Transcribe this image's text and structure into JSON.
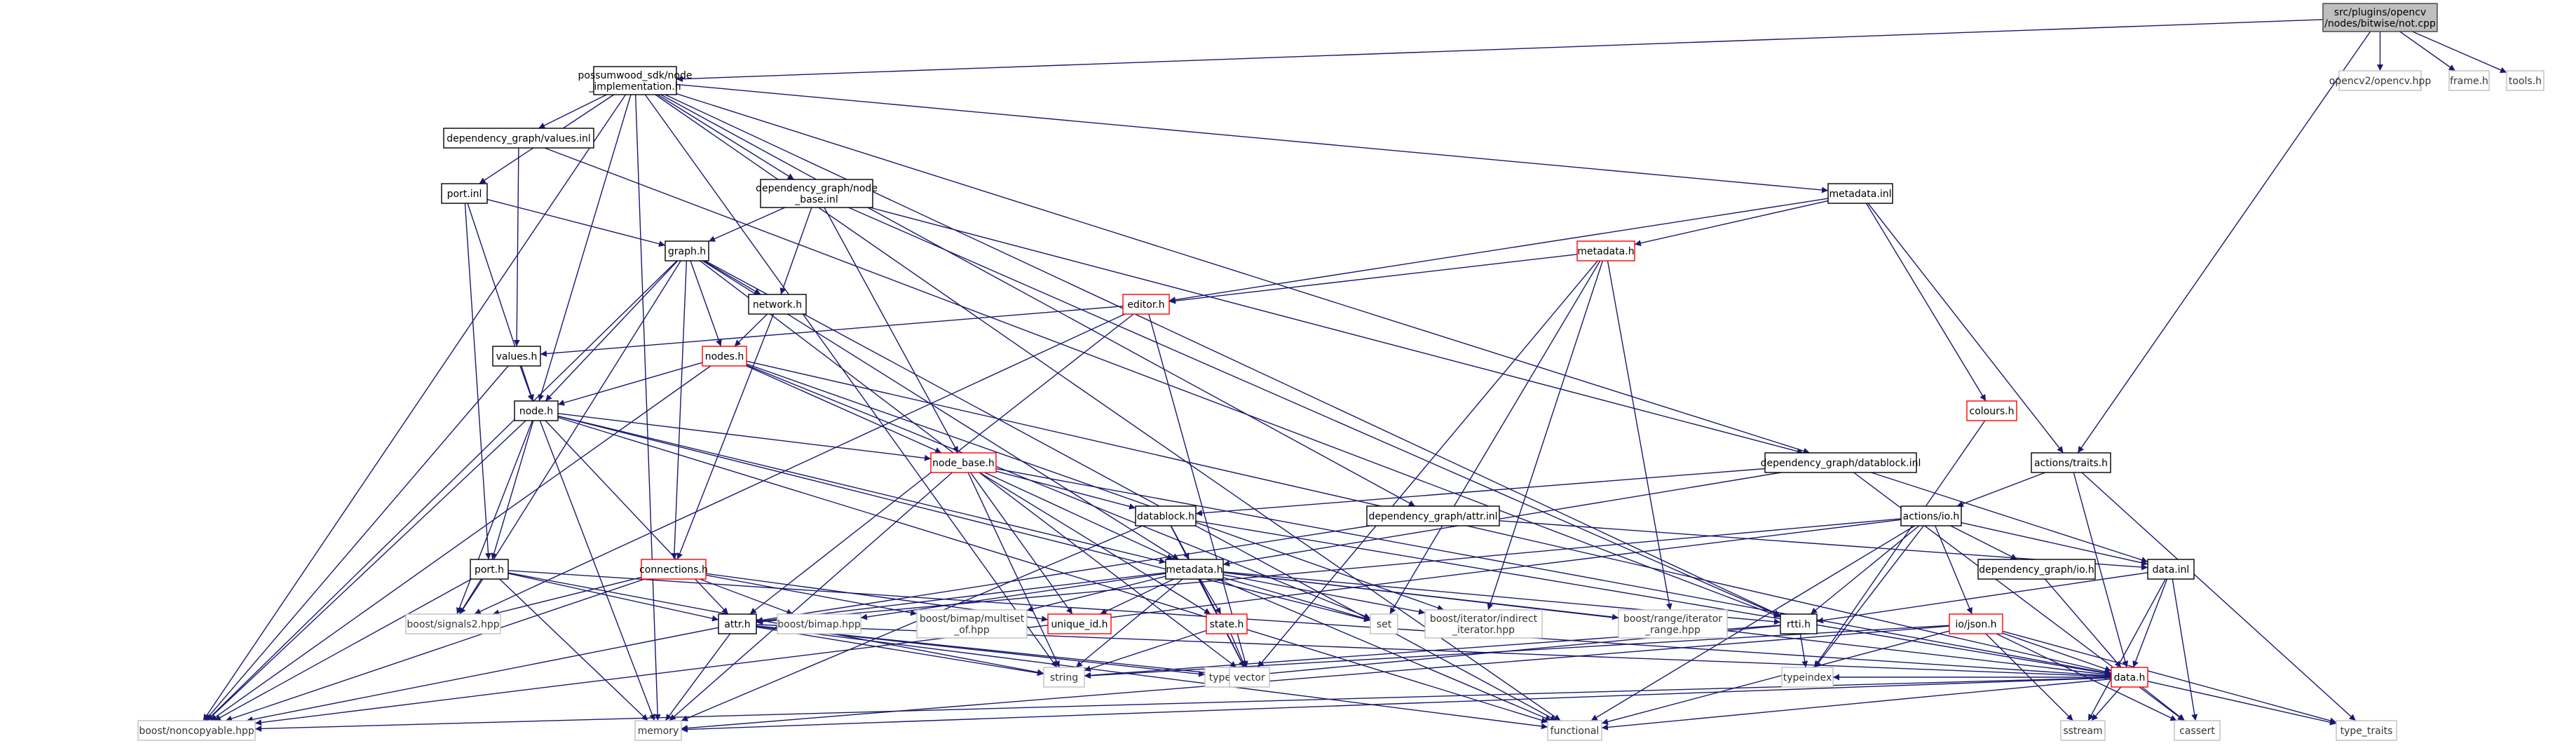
{
  "style": {
    "edge_color": "#191970",
    "root_fill": "#bfbfbf",
    "root_border": "#404040",
    "normal_border": "#000000",
    "normal_text": "#000000",
    "missing_border": "#bfbfbf",
    "missing_text": "#333333",
    "truncated_border": "#ff0000",
    "truncated_text": "#000000"
  },
  "nodes": [
    {
      "id": "bitwise_not",
      "lines": [
        "src/plugins/opencv",
        "/nodes/bitwise/not.cpp"
      ],
      "kind": "root"
    },
    {
      "id": "node_impl",
      "lines": [
        "possumwood_sdk/node",
        "_implementation.h"
      ],
      "kind": "normal"
    },
    {
      "id": "opencv_hpp",
      "lines": [
        "opencv2/opencv.hpp"
      ],
      "kind": "missing"
    },
    {
      "id": "frame_h",
      "lines": [
        "frame.h"
      ],
      "kind": "missing"
    },
    {
      "id": "tools_h",
      "lines": [
        "tools.h"
      ],
      "kind": "missing"
    },
    {
      "id": "values_inl",
      "lines": [
        "dependency_graph/values.inl"
      ],
      "kind": "normal"
    },
    {
      "id": "port_inl",
      "lines": [
        "port.inl"
      ],
      "kind": "normal"
    },
    {
      "id": "node_base_inl",
      "lines": [
        "dependency_graph/node",
        "_base.inl"
      ],
      "kind": "normal"
    },
    {
      "id": "metadata_inl",
      "lines": [
        "metadata.inl"
      ],
      "kind": "normal"
    },
    {
      "id": "graph_h",
      "lines": [
        "graph.h"
      ],
      "kind": "normal"
    },
    {
      "id": "metadata_h_red",
      "lines": [
        "metadata.h"
      ],
      "kind": "truncated"
    },
    {
      "id": "network_h",
      "lines": [
        "network.h"
      ],
      "kind": "normal"
    },
    {
      "id": "editor_h",
      "lines": [
        "editor.h"
      ],
      "kind": "truncated"
    },
    {
      "id": "values_h",
      "lines": [
        "values.h"
      ],
      "kind": "normal"
    },
    {
      "id": "nodes_h",
      "lines": [
        "nodes.h"
      ],
      "kind": "truncated"
    },
    {
      "id": "colours_h",
      "lines": [
        "colours.h"
      ],
      "kind": "truncated"
    },
    {
      "id": "node_h",
      "lines": [
        "node.h"
      ],
      "kind": "normal"
    },
    {
      "id": "node_base_h",
      "lines": [
        "node_base.h"
      ],
      "kind": "truncated"
    },
    {
      "id": "datablock_inl",
      "lines": [
        "dependency_graph/datablock.inl"
      ],
      "kind": "normal"
    },
    {
      "id": "actions_traits",
      "lines": [
        "actions/traits.h"
      ],
      "kind": "normal"
    },
    {
      "id": "datablock_h",
      "lines": [
        "datablock.h"
      ],
      "kind": "normal"
    },
    {
      "id": "attr_inl",
      "lines": [
        "dependency_graph/attr.inl"
      ],
      "kind": "normal"
    },
    {
      "id": "actions_io",
      "lines": [
        "actions/io.h"
      ],
      "kind": "normal"
    },
    {
      "id": "port_h",
      "lines": [
        "port.h"
      ],
      "kind": "normal"
    },
    {
      "id": "connections_h",
      "lines": [
        "connections.h"
      ],
      "kind": "truncated"
    },
    {
      "id": "metadata_h",
      "lines": [
        "metadata.h"
      ],
      "kind": "normal"
    },
    {
      "id": "dg_io_h",
      "lines": [
        "dependency_graph/io.h"
      ],
      "kind": "normal"
    },
    {
      "id": "data_inl",
      "lines": [
        "data.inl"
      ],
      "kind": "normal"
    },
    {
      "id": "signals2",
      "lines": [
        "boost/signals2.hpp"
      ],
      "kind": "missing"
    },
    {
      "id": "attr_h",
      "lines": [
        "attr.h"
      ],
      "kind": "normal"
    },
    {
      "id": "bimap",
      "lines": [
        "boost/bimap.hpp"
      ],
      "kind": "missing"
    },
    {
      "id": "bimap_multiset",
      "lines": [
        "boost/bimap/multiset",
        "_of.hpp"
      ],
      "kind": "missing"
    },
    {
      "id": "unique_id",
      "lines": [
        "unique_id.h"
      ],
      "kind": "truncated"
    },
    {
      "id": "state_h",
      "lines": [
        "state.h"
      ],
      "kind": "truncated"
    },
    {
      "id": "set",
      "lines": [
        "set"
      ],
      "kind": "missing"
    },
    {
      "id": "indirect_iter",
      "lines": [
        "boost/iterator/indirect",
        "_iterator.hpp"
      ],
      "kind": "missing"
    },
    {
      "id": "range_iter",
      "lines": [
        "boost/range/iterator",
        "_range.hpp"
      ],
      "kind": "missing"
    },
    {
      "id": "rtti_h",
      "lines": [
        "rtti.h"
      ],
      "kind": "normal"
    },
    {
      "id": "io_json",
      "lines": [
        "io/json.h"
      ],
      "kind": "truncated"
    },
    {
      "id": "typeinfo",
      "lines": [
        "typeinfo"
      ],
      "kind": "missing"
    },
    {
      "id": "string",
      "lines": [
        "string"
      ],
      "kind": "missing"
    },
    {
      "id": "vector",
      "lines": [
        "vector"
      ],
      "kind": "missing"
    },
    {
      "id": "typeindex",
      "lines": [
        "typeindex"
      ],
      "kind": "missing"
    },
    {
      "id": "data_h",
      "lines": [
        "data.h"
      ],
      "kind": "truncated"
    },
    {
      "id": "noncopyable",
      "lines": [
        "boost/noncopyable.hpp"
      ],
      "kind": "missing"
    },
    {
      "id": "memory",
      "lines": [
        "memory"
      ],
      "kind": "missing"
    },
    {
      "id": "functional",
      "lines": [
        "functional"
      ],
      "kind": "missing"
    },
    {
      "id": "sstream",
      "lines": [
        "sstream"
      ],
      "kind": "missing"
    },
    {
      "id": "cassert",
      "lines": [
        "cassert"
      ],
      "kind": "missing"
    },
    {
      "id": "type_traits",
      "lines": [
        "type_traits"
      ],
      "kind": "missing"
    }
  ],
  "edges": [
    [
      "bitwise_not",
      "node_impl"
    ],
    [
      "bitwise_not",
      "opencv_hpp"
    ],
    [
      "bitwise_not",
      "frame_h"
    ],
    [
      "bitwise_not",
      "tools_h"
    ],
    [
      "bitwise_not",
      "actions_traits"
    ],
    [
      "node_impl",
      "values_inl"
    ],
    [
      "node_impl",
      "port_inl"
    ],
    [
      "node_impl",
      "node_base_inl"
    ],
    [
      "node_impl",
      "metadata_inl"
    ],
    [
      "node_impl",
      "node_h"
    ],
    [
      "node_impl",
      "datablock_inl"
    ],
    [
      "node_impl",
      "attr_inl"
    ],
    [
      "node_impl",
      "rtti_h"
    ],
    [
      "node_impl",
      "noncopyable"
    ],
    [
      "node_impl",
      "memory"
    ],
    [
      "node_impl",
      "string"
    ],
    [
      "node_impl",
      "functional"
    ],
    [
      "values_inl",
      "values_h"
    ],
    [
      "values_inl",
      "rtti_h"
    ],
    [
      "port_inl",
      "graph_h"
    ],
    [
      "port_inl",
      "node_h"
    ],
    [
      "port_inl",
      "port_h"
    ],
    [
      "node_base_inl",
      "graph_h"
    ],
    [
      "node_base_inl",
      "network_h"
    ],
    [
      "node_base_inl",
      "node_base_h"
    ],
    [
      "node_base_inl",
      "rtti_h"
    ],
    [
      "node_base_inl",
      "datablock_inl"
    ],
    [
      "metadata_inl",
      "metadata_h_red"
    ],
    [
      "metadata_inl",
      "editor_h"
    ],
    [
      "metadata_inl",
      "colours_h"
    ],
    [
      "metadata_inl",
      "actions_traits"
    ],
    [
      "graph_h",
      "network_h"
    ],
    [
      "graph_h",
      "nodes_h"
    ],
    [
      "graph_h",
      "node_h"
    ],
    [
      "graph_h",
      "connections_h"
    ],
    [
      "graph_h",
      "signals2"
    ],
    [
      "graph_h",
      "metadata_h"
    ],
    [
      "graph_h",
      "noncopyable"
    ],
    [
      "graph_h",
      "vector"
    ],
    [
      "graph_h",
      "functional"
    ],
    [
      "metadata_h_red",
      "editor_h"
    ],
    [
      "metadata_h_red",
      "set"
    ],
    [
      "metadata_h_red",
      "indirect_iter"
    ],
    [
      "metadata_h_red",
      "range_iter"
    ],
    [
      "metadata_h_red",
      "vector"
    ],
    [
      "network_h",
      "nodes_h"
    ],
    [
      "network_h",
      "connections_h"
    ],
    [
      "editor_h",
      "values_h"
    ],
    [
      "editor_h",
      "attr_h"
    ],
    [
      "editor_h",
      "signals2"
    ],
    [
      "editor_h",
      "vector"
    ],
    [
      "values_h",
      "node_h"
    ],
    [
      "values_h",
      "noncopyable"
    ],
    [
      "nodes_h",
      "node_h"
    ],
    [
      "nodes_h",
      "node_base_h"
    ],
    [
      "nodes_h",
      "set"
    ],
    [
      "nodes_h",
      "indirect_iter"
    ],
    [
      "nodes_h",
      "noncopyable"
    ],
    [
      "nodes_h",
      "data_h"
    ],
    [
      "colours_h",
      "typeindex"
    ],
    [
      "node_h",
      "port_h"
    ],
    [
      "node_h",
      "node_base_h"
    ],
    [
      "node_h",
      "metadata_h"
    ],
    [
      "node_h",
      "attr_h"
    ],
    [
      "node_h",
      "set"
    ],
    [
      "node_h",
      "signals2"
    ],
    [
      "node_h",
      "memory"
    ],
    [
      "node_h",
      "functional"
    ],
    [
      "node_h",
      "noncopyable"
    ],
    [
      "node_base_h",
      "datablock_h"
    ],
    [
      "node_base_h",
      "metadata_h"
    ],
    [
      "node_base_h",
      "unique_id"
    ],
    [
      "node_base_h",
      "state_h"
    ],
    [
      "node_base_h",
      "string"
    ],
    [
      "node_base_h",
      "memory"
    ],
    [
      "node_base_h",
      "data_h"
    ],
    [
      "datablock_inl",
      "datablock_h"
    ],
    [
      "datablock_inl",
      "data_inl"
    ],
    [
      "datablock_inl",
      "metadata_h"
    ],
    [
      "datablock_inl",
      "cassert"
    ],
    [
      "actions_traits",
      "actions_io"
    ],
    [
      "actions_traits",
      "type_traits"
    ],
    [
      "actions_traits",
      "data_h"
    ],
    [
      "datablock_h",
      "metadata_h"
    ],
    [
      "datablock_h",
      "data_h"
    ],
    [
      "datablock_h",
      "vector"
    ],
    [
      "datablock_h",
      "memory"
    ],
    [
      "attr_inl",
      "attr_h"
    ],
    [
      "attr_inl",
      "data_inl"
    ],
    [
      "actions_io",
      "dg_io_h"
    ],
    [
      "actions_io",
      "data_inl"
    ],
    [
      "actions_io",
      "rtti_h"
    ],
    [
      "actions_io",
      "io_json"
    ],
    [
      "actions_io",
      "attr_h"
    ],
    [
      "actions_io",
      "typeindex"
    ],
    [
      "actions_io",
      "functional"
    ],
    [
      "actions_io",
      "noncopyable"
    ],
    [
      "port_h",
      "attr_h"
    ],
    [
      "port_h",
      "signals2"
    ],
    [
      "port_h",
      "string"
    ],
    [
      "port_h",
      "noncopyable"
    ],
    [
      "port_h",
      "memory"
    ],
    [
      "port_h",
      "data_h"
    ],
    [
      "connections_h",
      "bimap"
    ],
    [
      "connections_h",
      "bimap_multiset"
    ],
    [
      "connections_h",
      "unique_id"
    ],
    [
      "connections_h",
      "signals2"
    ],
    [
      "connections_h",
      "noncopyable"
    ],
    [
      "metadata_h",
      "attr_h"
    ],
    [
      "metadata_h",
      "bimap"
    ],
    [
      "metadata_h",
      "bimap_multiset"
    ],
    [
      "metadata_h",
      "unique_id"
    ],
    [
      "metadata_h",
      "state_h"
    ],
    [
      "metadata_h",
      "set"
    ],
    [
      "metadata_h",
      "indirect_iter"
    ],
    [
      "metadata_h",
      "range_iter"
    ],
    [
      "metadata_h",
      "rtti_h"
    ],
    [
      "metadata_h",
      "data_h"
    ],
    [
      "metadata_h",
      "string"
    ],
    [
      "metadata_h",
      "vector"
    ],
    [
      "metadata_h",
      "functional"
    ],
    [
      "dg_io_h",
      "data_h"
    ],
    [
      "data_inl",
      "rtti_h"
    ],
    [
      "data_inl",
      "data_h"
    ],
    [
      "data_inl",
      "cassert"
    ],
    [
      "data_inl",
      "sstream"
    ],
    [
      "attr_h",
      "typeinfo"
    ],
    [
      "attr_h",
      "string"
    ],
    [
      "attr_h",
      "memory"
    ],
    [
      "attr_h",
      "functional"
    ],
    [
      "attr_h",
      "data_h"
    ],
    [
      "attr_h",
      "noncopyable"
    ],
    [
      "attr_h",
      "vector"
    ],
    [
      "state_h",
      "string"
    ],
    [
      "state_h",
      "vector"
    ],
    [
      "rtti_h",
      "typeindex"
    ],
    [
      "rtti_h",
      "string"
    ],
    [
      "rtti_h",
      "typeinfo"
    ],
    [
      "io_json",
      "data_h"
    ],
    [
      "io_json",
      "string"
    ],
    [
      "io_json",
      "functional"
    ],
    [
      "io_json",
      "sstream"
    ],
    [
      "io_json",
      "memory"
    ],
    [
      "io_json",
      "cassert"
    ],
    [
      "io_json",
      "type_traits"
    ],
    [
      "data_h",
      "memory"
    ],
    [
      "data_h",
      "functional"
    ],
    [
      "data_h",
      "sstream"
    ],
    [
      "data_h",
      "cassert"
    ],
    [
      "data_h",
      "type_traits"
    ],
    [
      "data_h",
      "noncopyable"
    ],
    [
      "data_h",
      "typeindex"
    ]
  ]
}
